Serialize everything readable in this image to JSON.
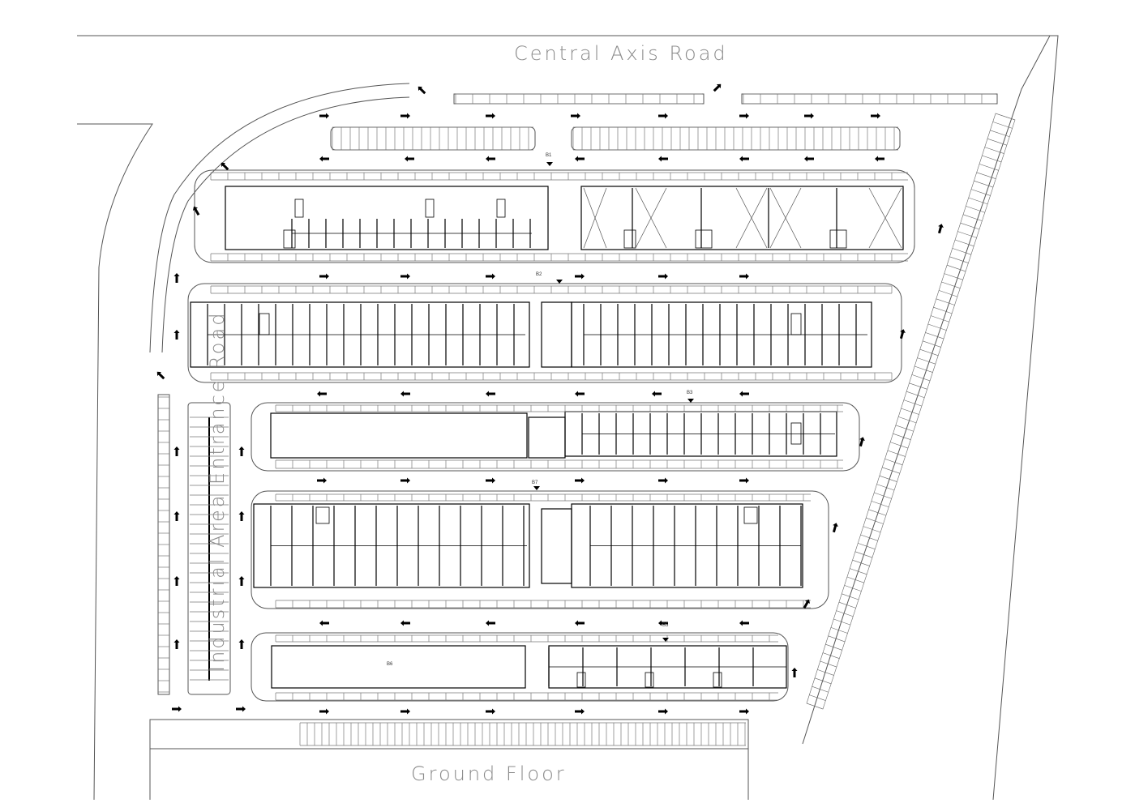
{
  "roads": {
    "top": "Central Axis Road",
    "left": "Industrial Area Entrance Road",
    "bottom": "Ground Floor"
  },
  "blocks": {
    "b1": "B1",
    "b2": "B2",
    "b3": "B3",
    "b5": "B5",
    "b6": "B6",
    "b7": "B7"
  },
  "icons": {
    "arrow": "traffic-direction-arrow",
    "entrance": "entrance-triangle-marker",
    "stair": "stair-core-icon"
  },
  "colors": {
    "line": "#000000",
    "thin": "#555555",
    "road_text": "#8a8a8a",
    "background": "#ffffff"
  }
}
